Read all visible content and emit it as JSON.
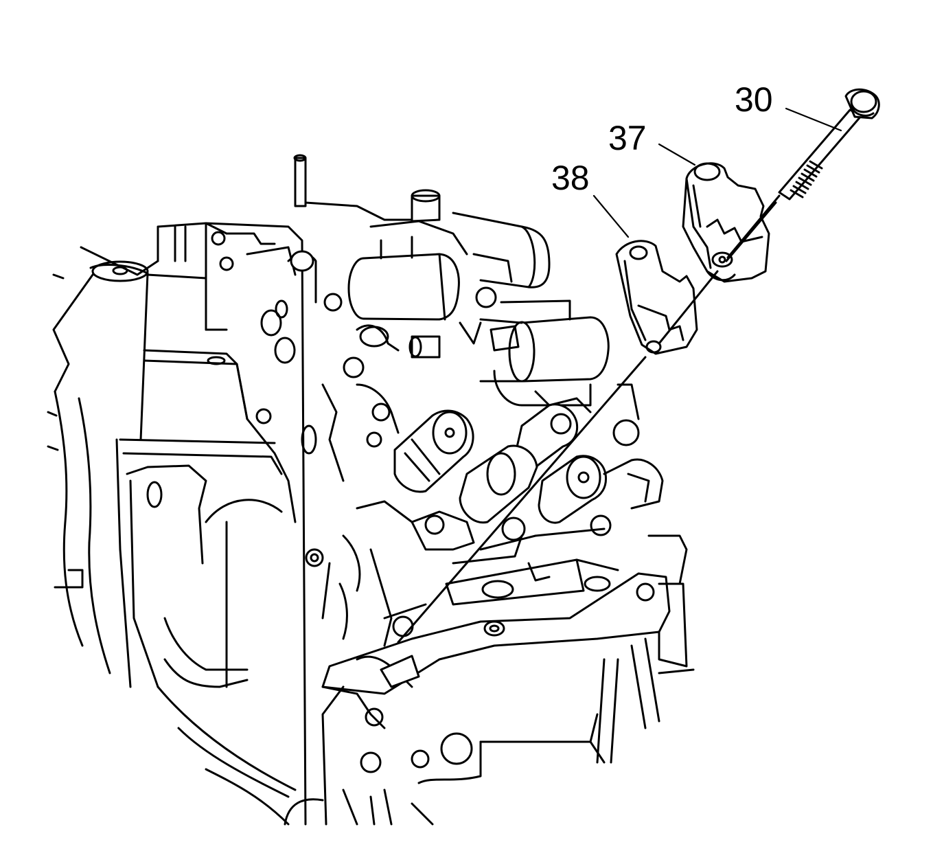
{
  "callouts": [
    {
      "id": "30",
      "label": "30"
    },
    {
      "id": "37",
      "label": "37"
    },
    {
      "id": "38",
      "label": "38"
    }
  ],
  "colors": {
    "line": "#000000",
    "background": "#ffffff"
  }
}
